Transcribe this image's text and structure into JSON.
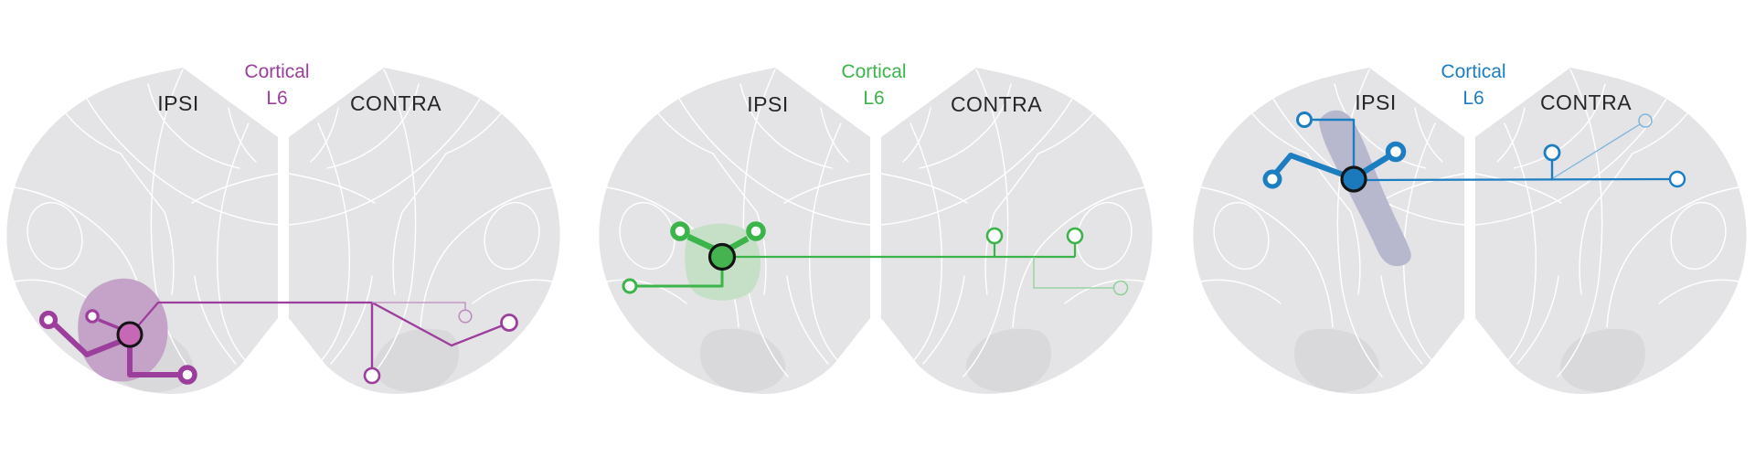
{
  "figure": {
    "background": "#ffffff",
    "brain_fill": "#e4e4e7",
    "brain_subregion_fill": "#d9d9dc",
    "brain_border_color": "#ffffff",
    "panels": [
      {
        "id": "cortical-l6-purple",
        "title_line1": "Cortical",
        "title_line2": "L6",
        "left_label": "IPSI",
        "right_label": "CONTRA",
        "accent_color": "#9c3e9c",
        "soma_fill": "#c668b6",
        "region_fill": "#c5a2c7",
        "weak_color": "#bd8abd",
        "soma_outline": "#141414",
        "ipsi_terminals": 3,
        "contra_terminals": 3
      },
      {
        "id": "cortical-l6-green",
        "title_line1": "Cortical",
        "title_line2": "L6",
        "left_label": "IPSI",
        "right_label": "CONTRA",
        "accent_color": "#3bb44a",
        "soma_fill": "#45b34f",
        "region_fill": "#c6e0c8",
        "weak_color": "#8ed096",
        "soma_outline": "#141414",
        "ipsi_terminals": 3,
        "contra_terminals": 3
      },
      {
        "id": "cortical-l6-blue",
        "title_line1": "Cortical",
        "title_line2": "L6",
        "left_label": "IPSI",
        "right_label": "CONTRA",
        "accent_color": "#1c7ec1",
        "soma_fill": "#1a7abc",
        "region_fill": "#b7b8ce",
        "weak_color": "#7fb5da",
        "soma_outline": "#141414",
        "ipsi_terminals": 3,
        "contra_terminals": 3
      }
    ]
  }
}
